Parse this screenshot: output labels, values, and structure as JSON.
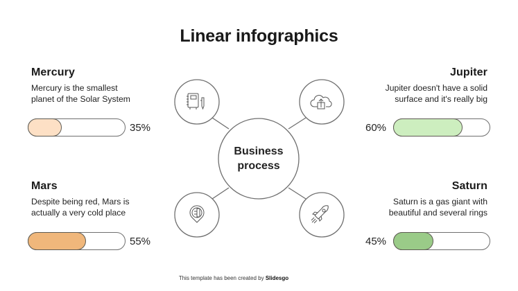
{
  "title": "Linear infographics",
  "center": {
    "line1": "Business",
    "line2": "process"
  },
  "items": [
    {
      "name": "Mercury",
      "description_line1": "Mercury is the smallest",
      "description_line2": "planet of the Solar System",
      "percent": "35%",
      "value": 35,
      "fill_color": "#fde0c5",
      "icon": "notebook-pen-icon"
    },
    {
      "name": "Jupiter",
      "description_line1": "Jupiter doesn't have a solid",
      "description_line2": "surface and it's really big",
      "percent": "60%",
      "value": 60,
      "fill_color": "#cdeebf",
      "icon": "cloud-upload-icon"
    },
    {
      "name": "Mars",
      "description_line1": "Despite being red, Mars is",
      "description_line2": "actually a very cold place",
      "percent": "55%",
      "value": 55,
      "fill_color": "#f0b77b",
      "icon": "location-pin-building-icon"
    },
    {
      "name": "Saturn",
      "description_line1": "Saturn is a gas giant with",
      "description_line2": "beautiful and several rings",
      "percent": "45%",
      "value": 45,
      "fill_color": "#9acb88",
      "icon": "rocket-icon"
    }
  ],
  "footer": {
    "text": "This template has been created by ",
    "brand": "Slidesgo"
  },
  "colors": {
    "stroke": "#6e6e6e",
    "text": "#191919",
    "background": "#ffffff"
  }
}
